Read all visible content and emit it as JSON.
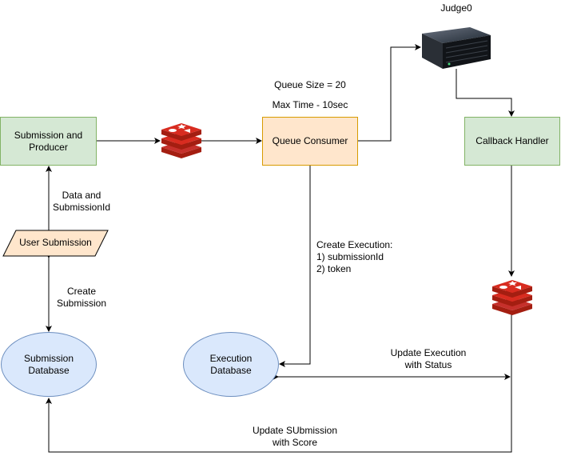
{
  "nodes": {
    "producer": "Submission and\nProducer",
    "queue_consumer": "Queue Consumer",
    "callback_handler": "Callback Handler",
    "user_submission": "User Submission",
    "submission_db": "Submission\nDatabase",
    "execution_db": "Execution\nDatabase",
    "judge0": "Judge0"
  },
  "labels": {
    "queue_size": "Queue Size = 20",
    "max_time": "Max Time - 10sec",
    "data_submission": "Data and\nSubmissionId",
    "create_submission": "Create\nSubmission",
    "create_execution": "Create Execution:\n1) submissionId\n2) token",
    "update_execution": "Update Execution\nwith Status",
    "update_submission": "Update SUbmission\nwith Score"
  },
  "colors": {
    "green_fill": "#d5e8d4",
    "green_stroke": "#82b366",
    "orange_fill": "#ffe6cc",
    "orange_stroke": "#d79b00",
    "blue_fill": "#dae8fc",
    "blue_stroke": "#6c8ebf",
    "redis_red": "#c6302b"
  },
  "icons": [
    "redis-icon",
    "server-icon"
  ]
}
